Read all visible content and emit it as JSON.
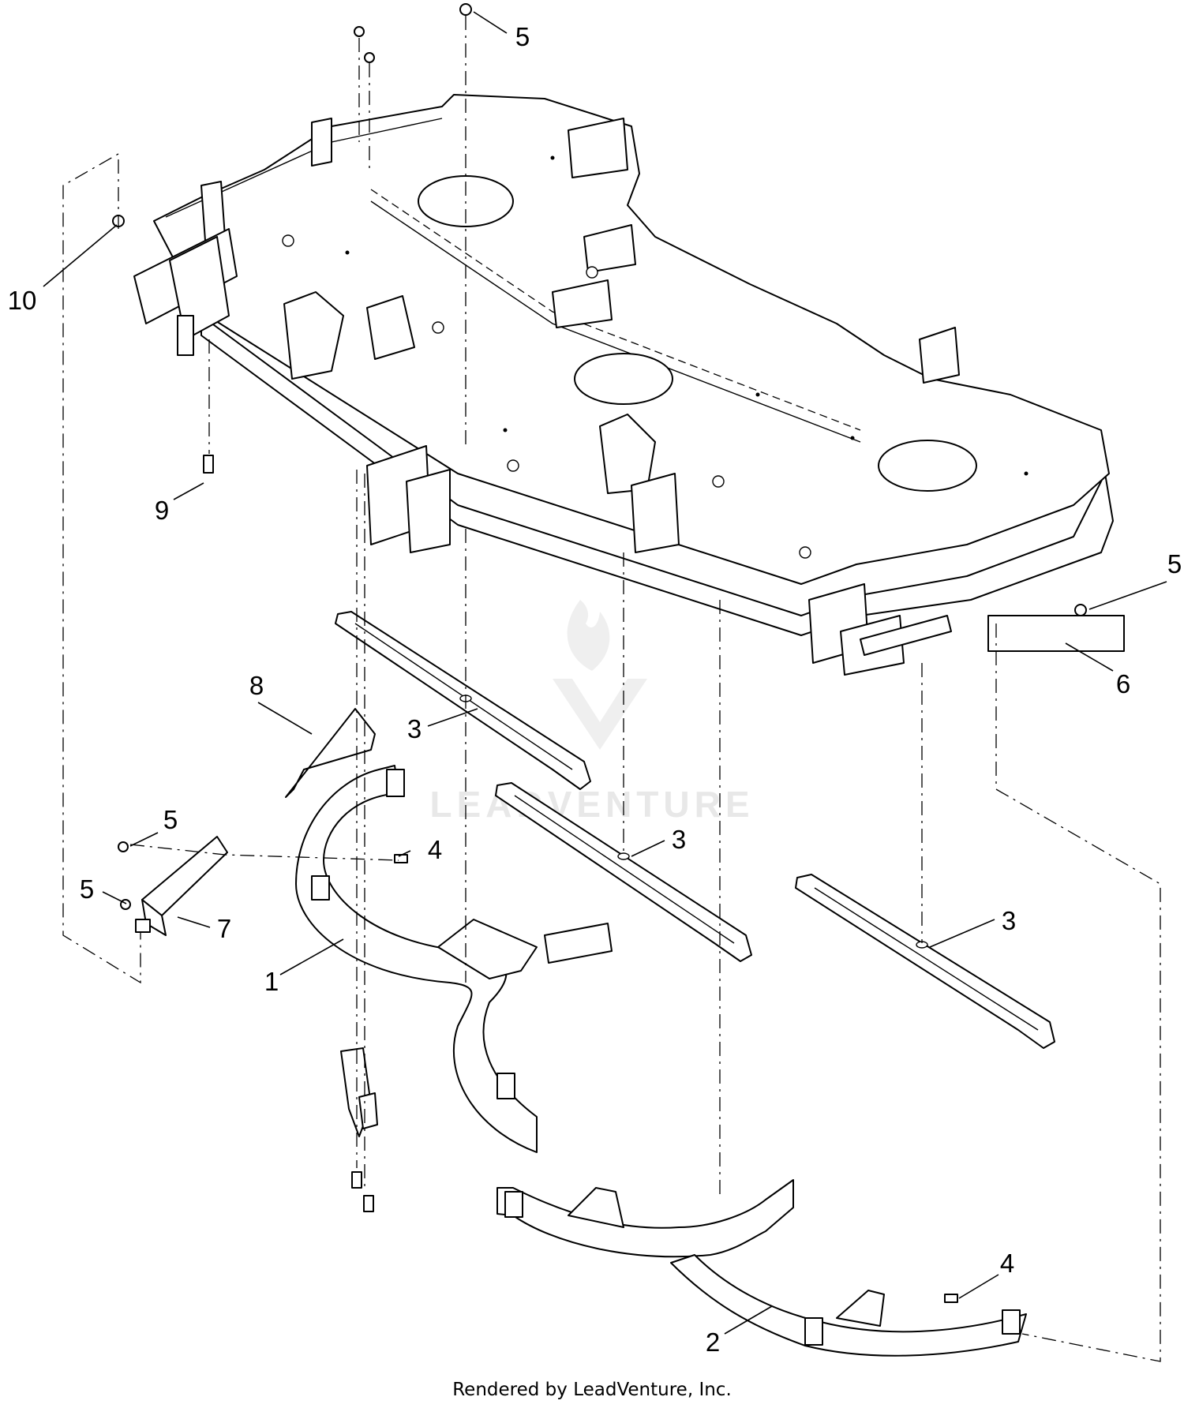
{
  "callouts": [
    {
      "id": "c10",
      "label": "10"
    },
    {
      "id": "c9",
      "label": "9"
    },
    {
      "id": "c5a",
      "label": "5"
    },
    {
      "id": "c5b",
      "label": "5"
    },
    {
      "id": "c6",
      "label": "6"
    },
    {
      "id": "c8",
      "label": "8"
    },
    {
      "id": "c3a",
      "label": "3"
    },
    {
      "id": "c3b",
      "label": "3"
    },
    {
      "id": "c3c",
      "label": "3"
    },
    {
      "id": "c5c",
      "label": "5"
    },
    {
      "id": "c4a",
      "label": "4"
    },
    {
      "id": "c5d",
      "label": "5"
    },
    {
      "id": "c7",
      "label": "7"
    },
    {
      "id": "c1",
      "label": "1"
    },
    {
      "id": "c4b",
      "label": "4"
    },
    {
      "id": "c2",
      "label": "2"
    }
  ],
  "watermark": {
    "text": "LEADVENTURE"
  },
  "footer": {
    "credit": "Rendered by LeadVenture, Inc."
  },
  "colors": {
    "line": "#000000",
    "background": "#ffffff",
    "watermark": "#e8e8e8"
  }
}
